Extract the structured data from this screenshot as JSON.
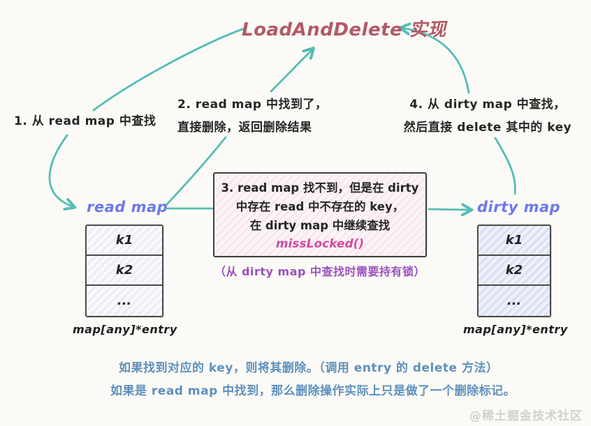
{
  "title": "LoadAndDelete 实现",
  "steps": {
    "step1": "1. 从 read map 中查找",
    "step2": [
      "2. read map 中找到了，",
      "直接删除，返回删除结果"
    ],
    "step4": [
      "4. 从 dirty map 中查找，",
      "然后直接 delete 其中的 key"
    ]
  },
  "center_box": {
    "lines": [
      "3. read map 找不到，但是在 dirty",
      "中存在 read 中不存在的 key，",
      "在 dirty map 中继续查找"
    ],
    "func": "missLocked()",
    "note": "（从 dirty map 中查找时需要持有锁）"
  },
  "read_map": {
    "label": "read map",
    "rows": [
      "k1",
      "k2",
      "..."
    ],
    "caption": "map[any]*entry"
  },
  "dirty_map": {
    "label": "dirty map",
    "rows": [
      "k1",
      "k2",
      "..."
    ],
    "caption": "map[any]*entry"
  },
  "footer": {
    "line1": "如果找到对应的 key，则将其删除。（调用 entry 的 delete 方法）",
    "line2": "如果是 read map 中找到，那么删除操作实际上只是做了一个删除标记。"
  },
  "watermark": "@稀土掘金技术社区",
  "colors": {
    "background": "#fbfaf6",
    "title": "#b25a67",
    "arrow_teal": "#54bdb4",
    "text_dark": "#262626",
    "map_label_blue": "#6b79e8",
    "box_pink_bg": "#fdf4f8",
    "func_magenta": "#cf4da3",
    "note_purple": "#9a50bd",
    "footer_blue": "#5e90bc",
    "watermark_gray": "#d2d0cb"
  }
}
